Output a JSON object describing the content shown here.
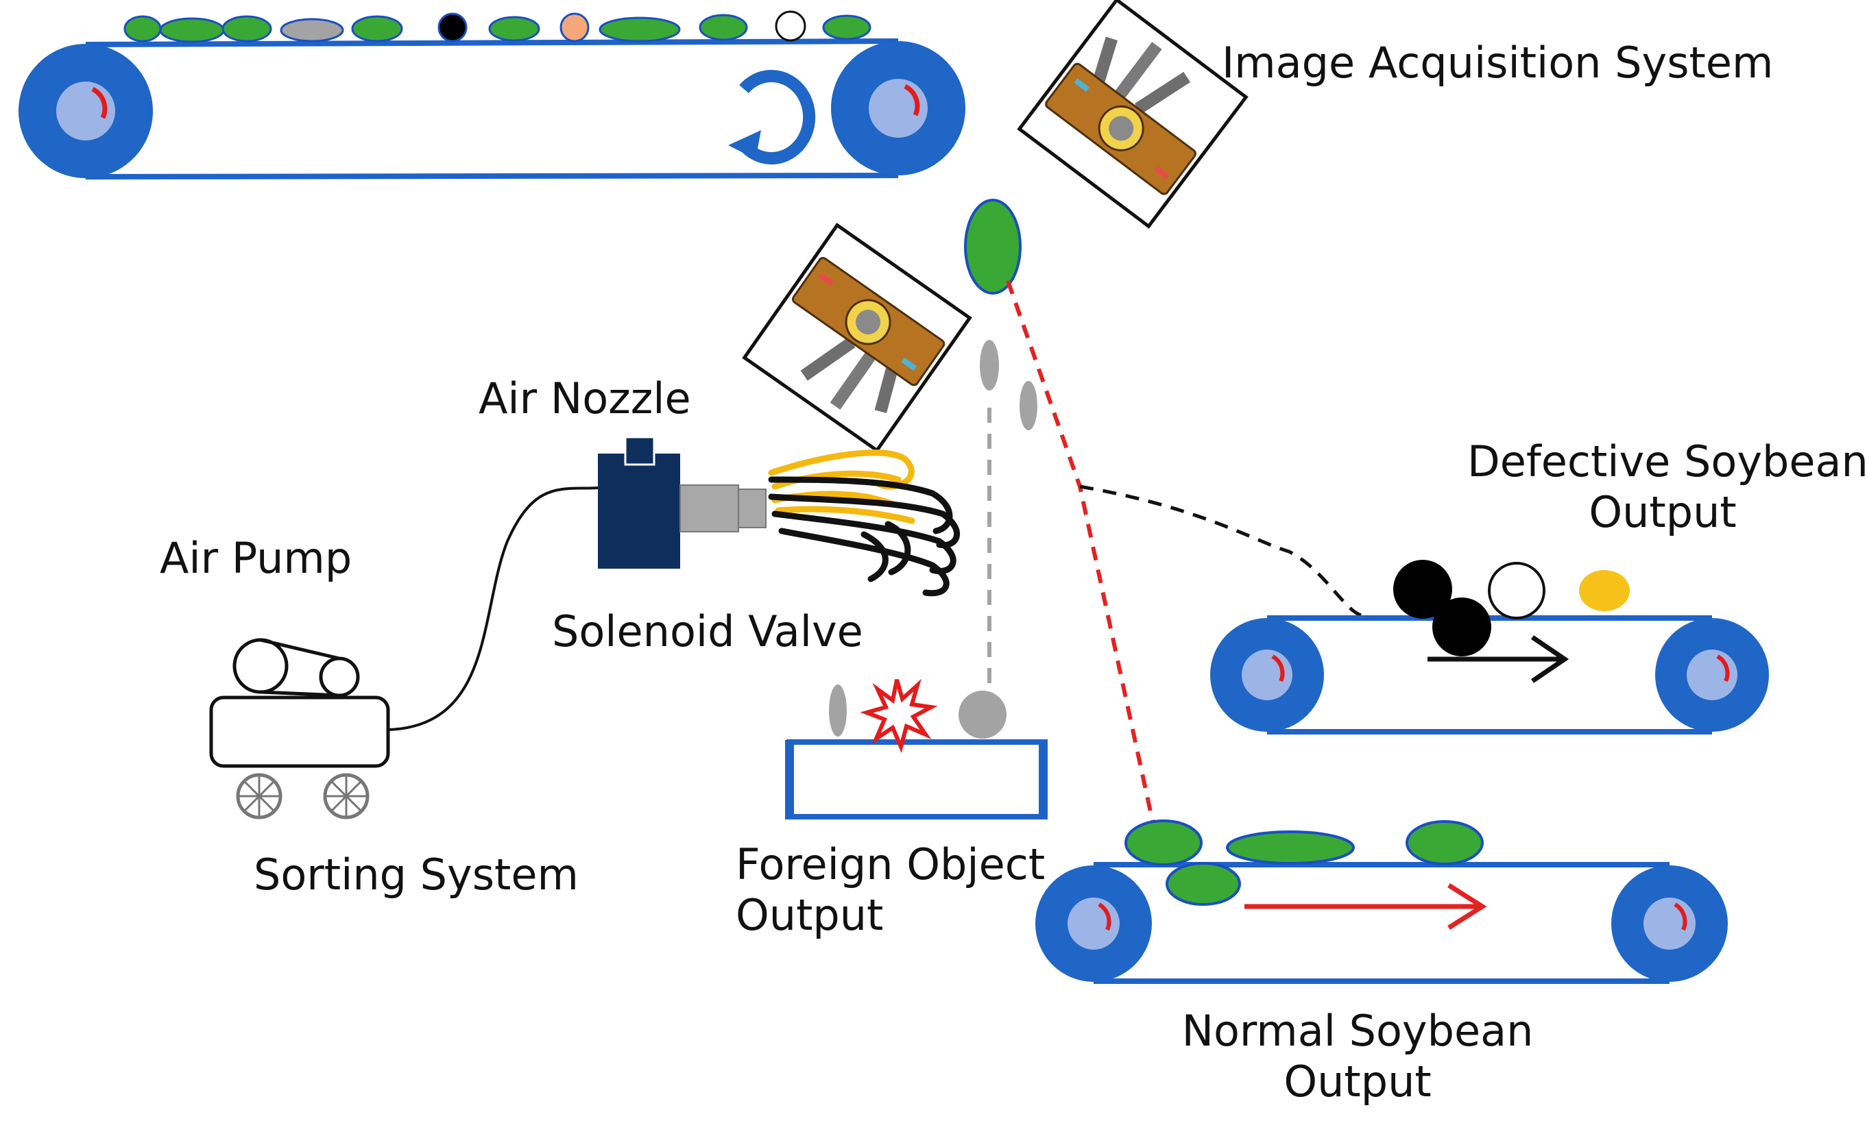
{
  "labels": {
    "image_acquisition": "Image Acquisition System",
    "air_nozzle": "Air Nozzle",
    "air_pump": "Air Pump",
    "solenoid_valve": "Solenoid Valve",
    "sorting_system": "Sorting System",
    "defective_output_line1": "Defective Soybean",
    "defective_output_line2": "Output",
    "foreign_output_line1": "Foreign Object",
    "foreign_output_line2": "Output",
    "normal_output_line1": "Normal Soybean",
    "normal_output_line2": "Output"
  },
  "colors": {
    "belt_blue": "#1f63c8",
    "roller_blue": "#1f66c6",
    "roller_core": "#9db4e6",
    "normal_bean": "#3aa835",
    "bean_outline": "#1a4fc2",
    "foreign_gray": "#a3a3a3",
    "defect_black": "#000000",
    "defect_yellow": "#f6c21a",
    "defect_orange": "#f6a77a",
    "valve_navy": "#0e2f5c",
    "nozzle_gray": "#a8a8a8",
    "normal_path_red": "#e32222",
    "defect_path": "#111111",
    "camera_brown": "#b67423",
    "spark_red": "#e41b1b"
  }
}
